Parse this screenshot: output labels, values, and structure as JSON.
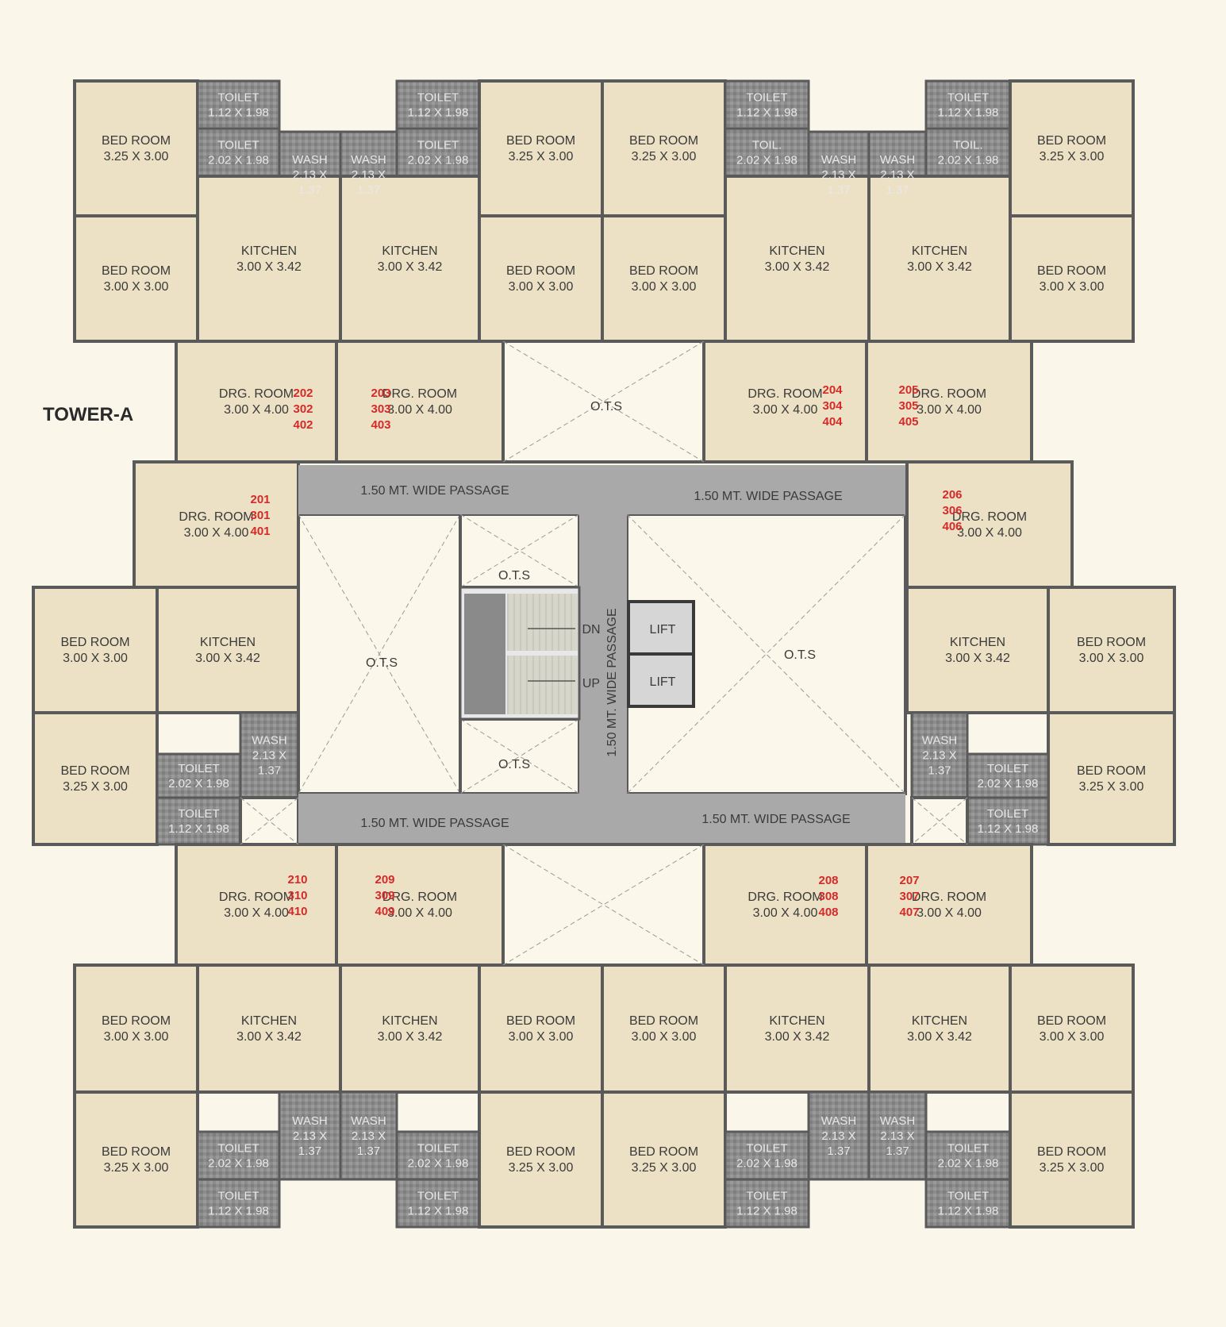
{
  "title": "TOWER-A",
  "passage_label": "1.50 MT. WIDE PASSAGE",
  "ots_label": "O.T.S",
  "lift_label": "LIFT",
  "stair": {
    "dn": "DN",
    "up": "UP"
  },
  "room_types": {
    "bed_a": {
      "name": "BED ROOM",
      "size": "3.25 X 3.00"
    },
    "bed_b": {
      "name": "BED ROOM",
      "size": "3.00 X 3.00"
    },
    "kitchen": {
      "name": "KITCHEN",
      "size": "3.00 X 3.42"
    },
    "drg": {
      "name": "DRG. ROOM",
      "size": "3.00 X 4.00"
    },
    "toilet_s": {
      "name": "TOILET",
      "size": "1.12 X 1.98"
    },
    "toilet_l": {
      "name": "TOILET",
      "size": "2.02 X 1.98"
    },
    "toil_l": {
      "name": "TOIL.",
      "size": "2.02 X 1.98"
    },
    "wash": {
      "name": "WASH",
      "size": "2.13 X 1.37"
    }
  },
  "flats": [
    [
      "202",
      "302",
      "402"
    ],
    [
      "203",
      "303",
      "403"
    ],
    [
      "204",
      "304",
      "404"
    ],
    [
      "205",
      "305",
      "405"
    ],
    [
      "201",
      "301",
      "401"
    ],
    [
      "206",
      "306",
      "406"
    ],
    [
      "210",
      "310",
      "410"
    ],
    [
      "209",
      "309",
      "409"
    ],
    [
      "208",
      "308",
      "408"
    ],
    [
      "207",
      "307",
      "407"
    ]
  ]
}
